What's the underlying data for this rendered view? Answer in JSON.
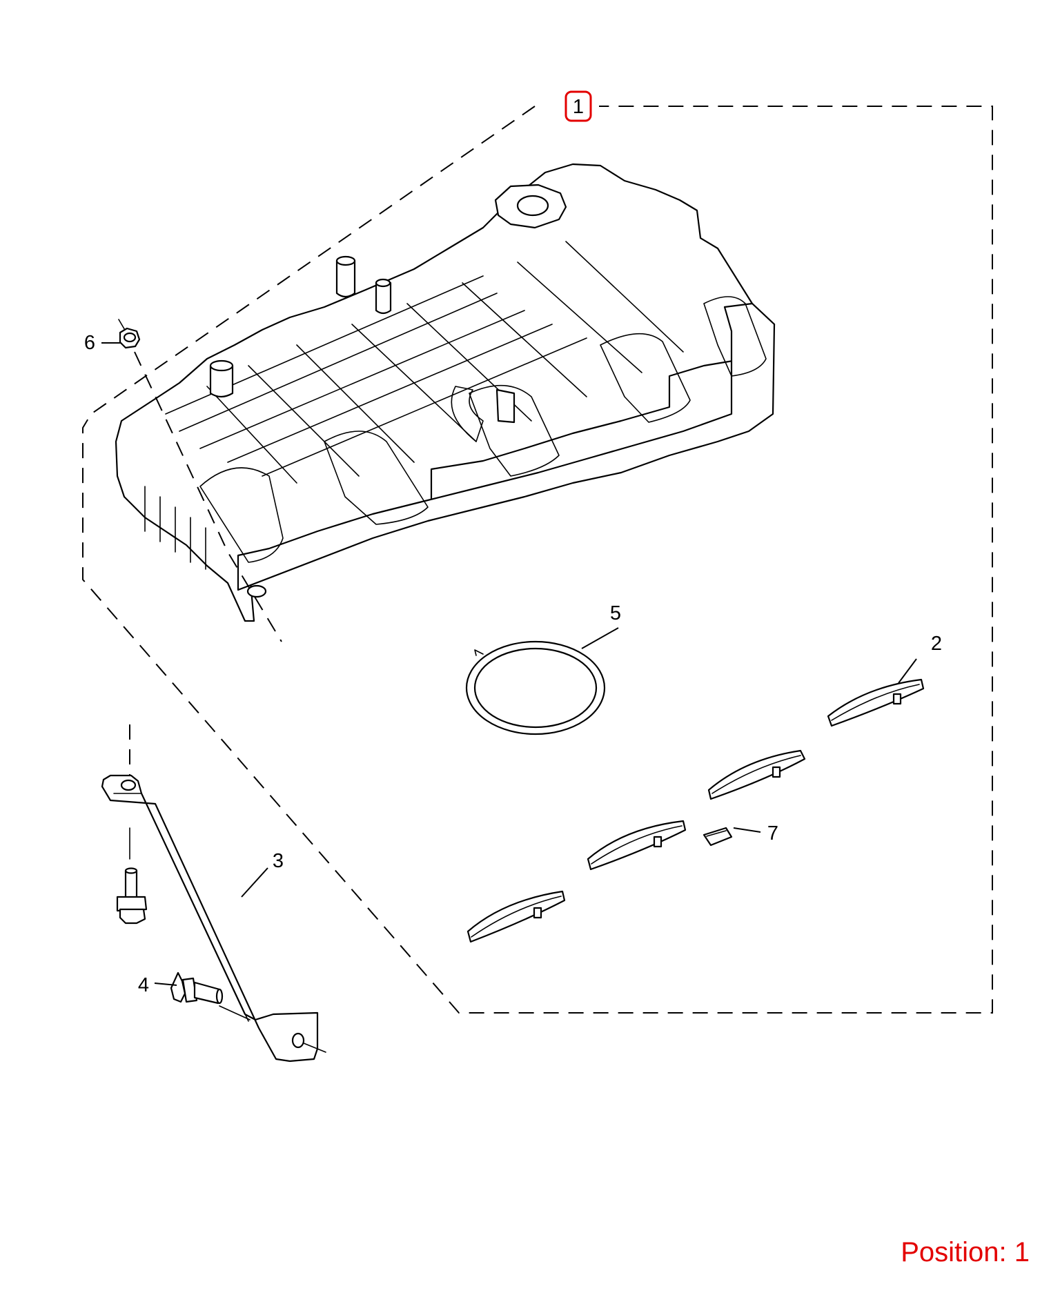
{
  "callouts": {
    "c1": "1",
    "c2": "2",
    "c3": "3",
    "c4": "4",
    "c5": "5",
    "c6": "6",
    "c7": "7"
  },
  "selected_callout": "1",
  "position_label": "Position: 1",
  "colors": {
    "highlight": "#e30000",
    "line": "#000000",
    "background": "#ffffff"
  }
}
